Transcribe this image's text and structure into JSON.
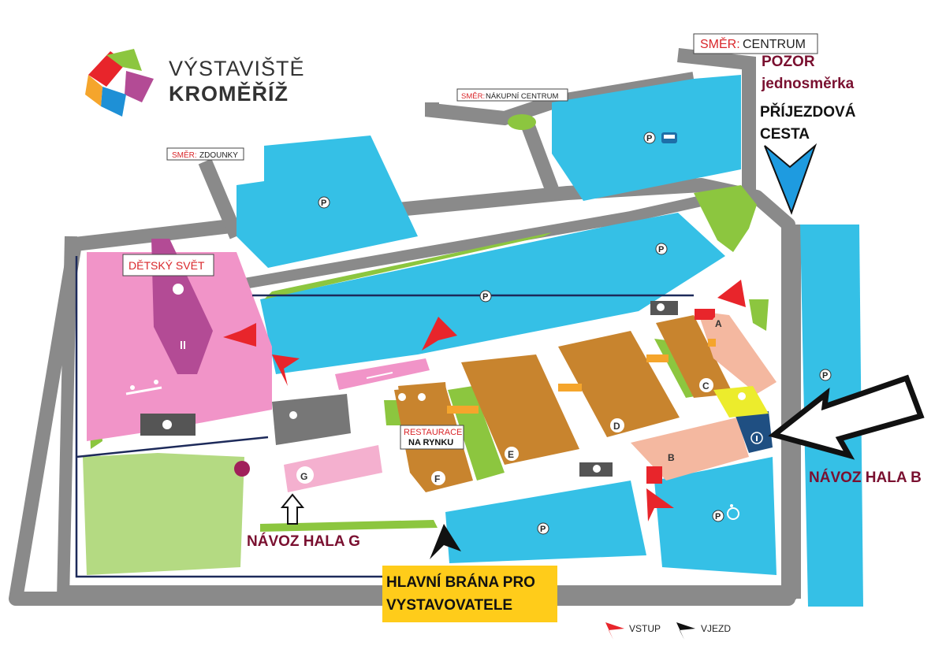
{
  "logo": {
    "line1": "VÝSTAVIŠTĚ",
    "line2": "KROMĚŘÍŽ"
  },
  "directions": {
    "centrum": {
      "prefix": "SMĚR:",
      "dest": "CENTRUM"
    },
    "nakupni": {
      "prefix": "SMĚR:",
      "dest": "NÁKUPNÍ CENTRUM"
    },
    "zdounky": {
      "prefix": "SMĚR:",
      "dest": "ZDOUNKY"
    }
  },
  "warning": {
    "line1": "POZOR",
    "line2": "jednosměrka"
  },
  "access_road": {
    "line1": "PŘÍJEZDOVÁ",
    "line2": "CESTA"
  },
  "areas": {
    "detsky_svet": "DĚTSKÝ SVĚT",
    "restaurace_1": "RESTAURACE",
    "restaurace_2": "NA RYNKU"
  },
  "halls": {
    "a": "A",
    "b": "B",
    "c": "C",
    "d": "D",
    "e": "E",
    "f": "F",
    "g": "G"
  },
  "parking_letter": "P",
  "deliveries": {
    "hala_b": "NÁVOZ HALA B",
    "hala_g": "NÁVOZ HALA G"
  },
  "main_gate": {
    "line1": "HLAVNÍ BRÁNA PRO",
    "line2": "VYSTAVOVATELE"
  },
  "legend": {
    "vstup": "VSTUP",
    "vjezd": "VJEZD"
  },
  "icons": {
    "info": "info-icon",
    "bus": "bus-icon",
    "wheelchair": "wheelchair-icon",
    "toilet": "toilet-icon",
    "restaurant": "restaurant-icon",
    "playground": "playground-icon",
    "baby": "baby-care-icon"
  },
  "colors": {
    "parking": "#35c0e6",
    "road": "#7c7c7c",
    "grass": "#8cc63f",
    "kids_area": "#f194c8",
    "hall": "#c8842e",
    "hall_light": "#f4b8a0",
    "entry_arrow": "#e8252b",
    "gate_label_bg": "#ffcc1a",
    "warning_text": "#7a1030"
  }
}
